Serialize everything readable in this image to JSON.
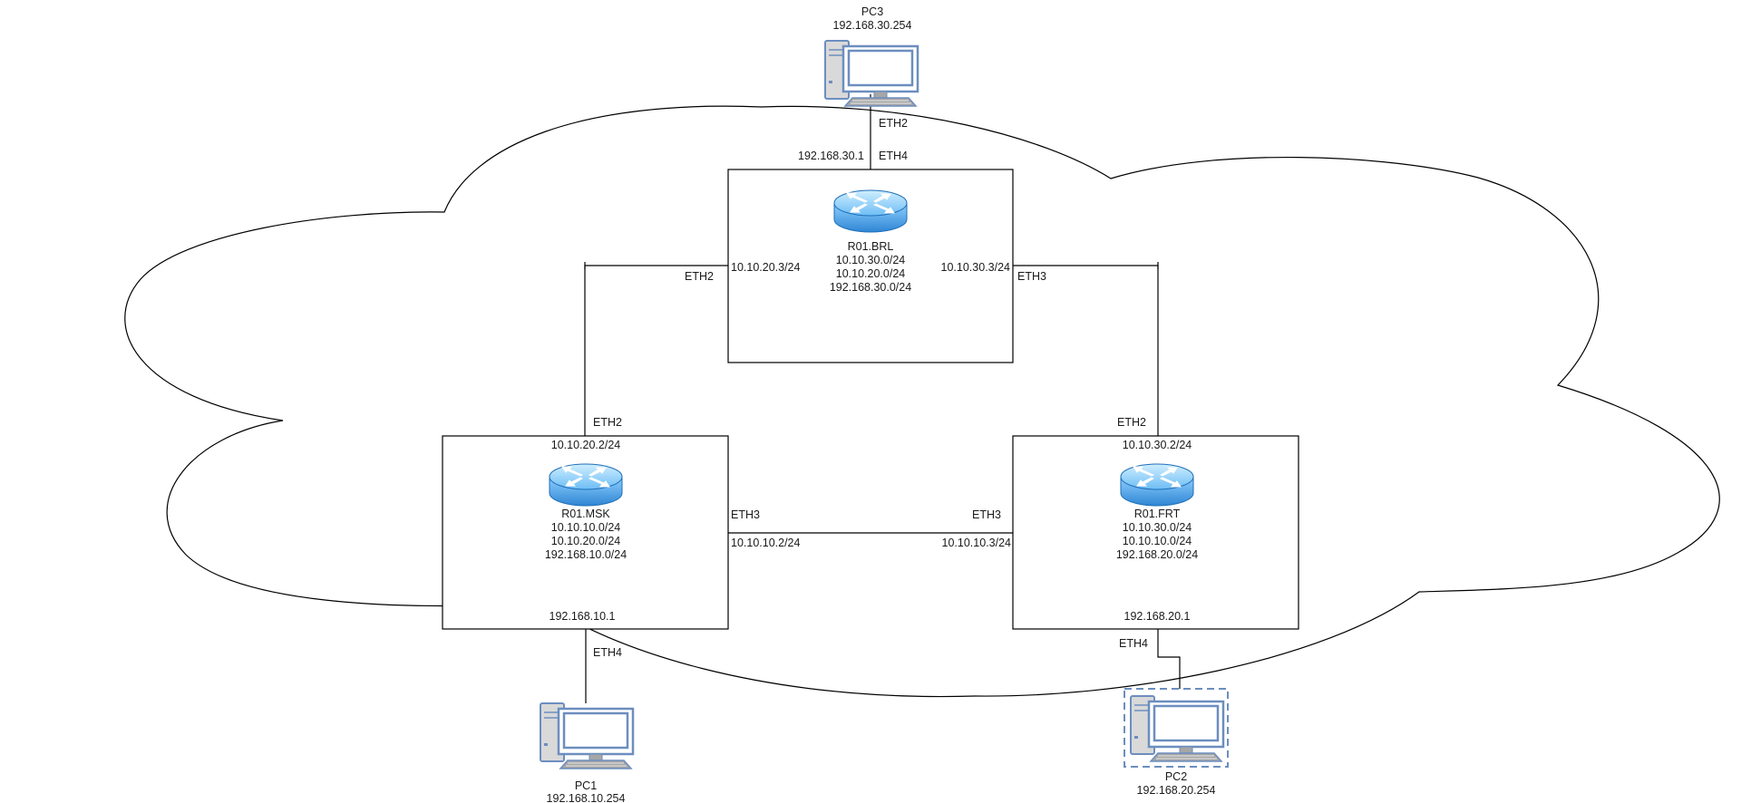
{
  "routers": {
    "brl": {
      "name": "R01.BRL",
      "routes": [
        "10.10.30.0/24",
        "10.10.20.0/24",
        "192.168.30.0/24"
      ]
    },
    "msk": {
      "name": "R01.MSK",
      "routes": [
        "10.10.10.0/24",
        "10.10.20.0/24",
        "192.168.10.0/24"
      ]
    },
    "frt": {
      "name": "R01.FRT",
      "routes": [
        "10.10.30.0/24",
        "10.10.10.0/24",
        "192.168.20.0/24"
      ]
    }
  },
  "pcs": {
    "pc3": {
      "name": "PC3",
      "ip": "192.168.30.254"
    },
    "pc1": {
      "name": "PC1",
      "ip": "192.168.10.254"
    },
    "pc2": {
      "name": "PC2",
      "ip": "192.168.20.254"
    }
  },
  "labels": {
    "pc3_eth": "ETH2",
    "brl_gw": "192.168.30.1",
    "brl_eth4": "ETH4",
    "brl_eth2": "ETH2",
    "brl_ip_left": "10.10.20.3/24",
    "brl_ip_right": "10.10.30.3/24",
    "brl_eth3": "ETH3",
    "msk_eth2": "ETH2",
    "msk_ip_top": "10.10.20.2/24",
    "msk_eth3": "ETH3",
    "msk_ip_right": "10.10.10.2/24",
    "msk_gw": "192.168.10.1",
    "msk_eth4": "ETH4",
    "frt_eth2": "ETH2",
    "frt_ip_top": "10.10.30.2/24",
    "frt_eth3": "ETH3",
    "frt_ip_left": "10.10.10.3/24",
    "frt_gw": "192.168.20.1",
    "frt_eth4": "ETH4"
  },
  "colors": {
    "router_blue": "#2e8bd6",
    "pc_outline": "#6c8ebf"
  }
}
